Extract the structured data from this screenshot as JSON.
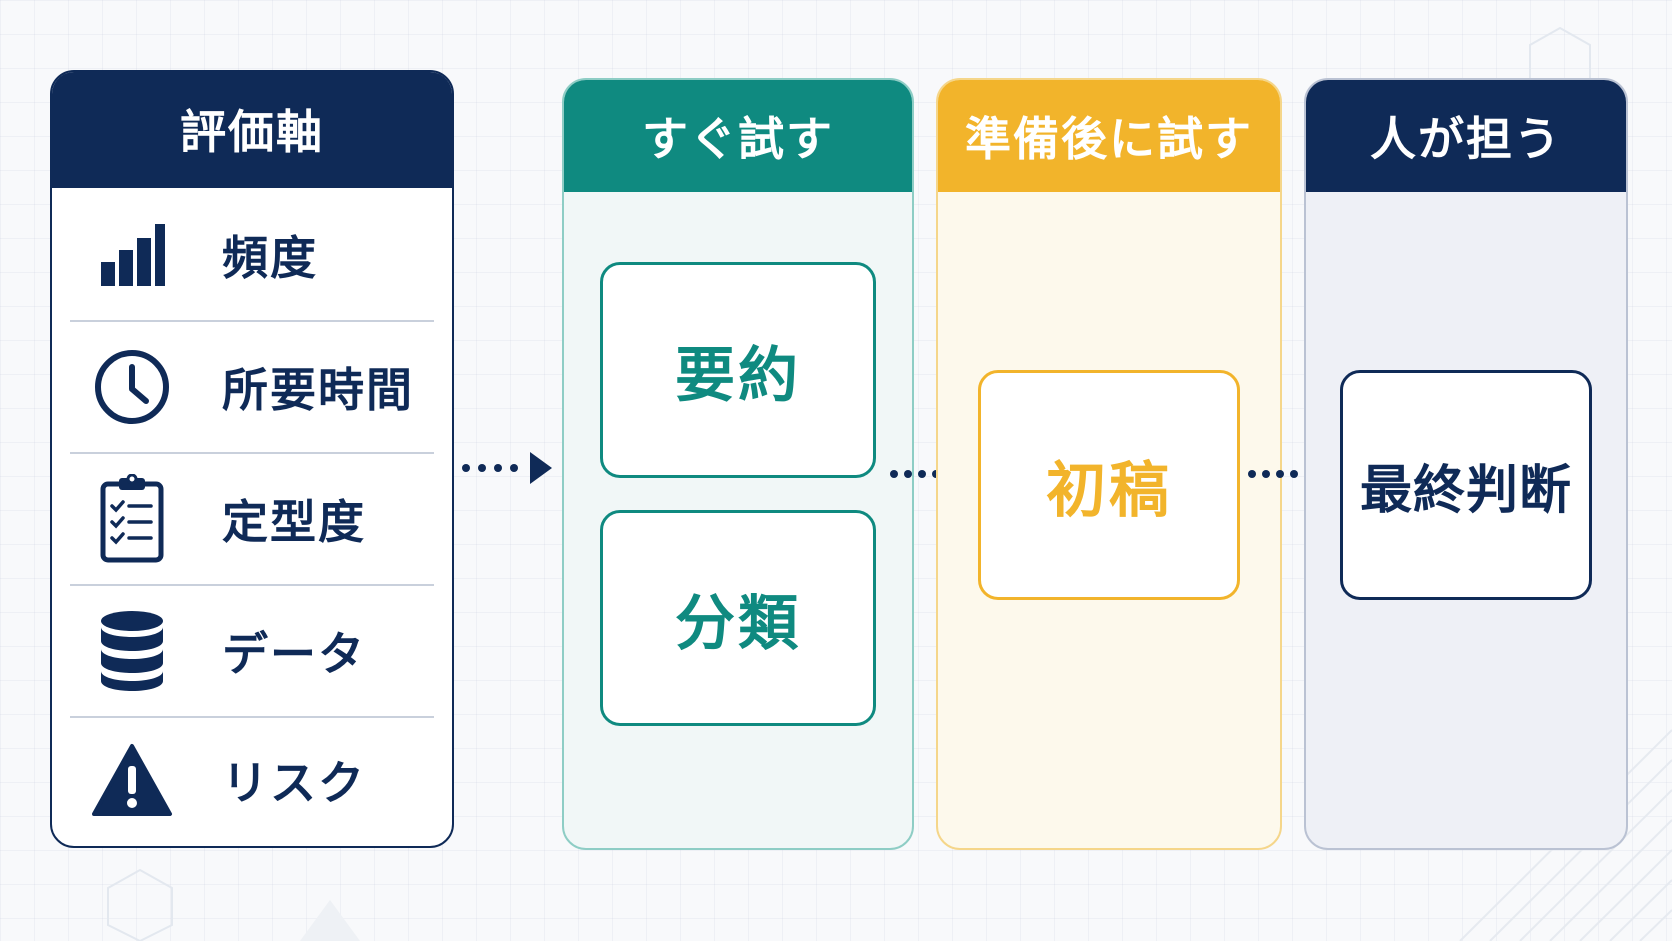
{
  "criteria": {
    "title": "評価軸",
    "items": [
      {
        "label": "頻度",
        "icon": "bar-chart-icon"
      },
      {
        "label": "所要時間",
        "icon": "clock-icon"
      },
      {
        "label": "定型度",
        "icon": "clipboard-checklist-icon"
      },
      {
        "label": "データ",
        "icon": "database-icon"
      },
      {
        "label": "リスク",
        "icon": "warning-icon"
      }
    ]
  },
  "columns": {
    "try_now": {
      "title": "すぐ試す",
      "tasks": [
        "要約",
        "分類"
      ]
    },
    "try_later": {
      "title": "準備後に試す",
      "tasks": [
        "初稿"
      ]
    },
    "human": {
      "title": "人が担う",
      "tasks": [
        "最終判断"
      ]
    }
  },
  "colors": {
    "navy": "#0f2a57",
    "teal": "#0f8a80",
    "yellow": "#f2b42b"
  }
}
